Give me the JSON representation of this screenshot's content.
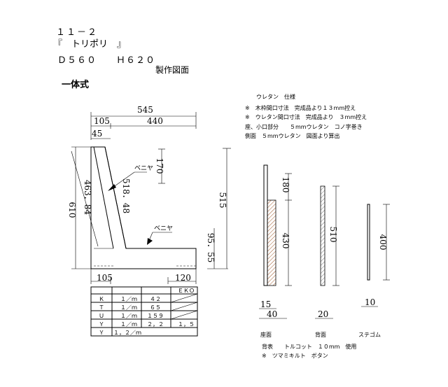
{
  "header": {
    "code": "１１－２",
    "name": "『　トリポリ　』",
    "size": "Ｄ５６０　　Ｈ６２０",
    "doc_title": "製作図面",
    "subtitle": "一体式"
  },
  "spec": {
    "title": "ウレタン　仕様",
    "lines": [
      "※　木枠間口寸法　完成品より１３mm控え",
      "※　ウレタン間口寸法　完成品より　３mm控え",
      "座、小口部分　　５mmウレタン　コノ字巻き",
      "側面　５mmウレタン　図面より算出"
    ]
  },
  "dimensions": {
    "total_depth": "545",
    "seat_front": "105",
    "seat_rest": "440",
    "back_top": "45",
    "back_upper": "170",
    "back_length_front": "463．84",
    "back_length_rear": "518．48",
    "total_height": "610",
    "height_515": "515",
    "seat_thickness": "95．55",
    "bottom_left": "105",
    "bottom_right": "120"
  },
  "labels": {
    "veneer_1": "ベニヤ",
    "veneer_2": "ベニヤ"
  },
  "table": {
    "header": "ＥＫＯ",
    "rows": [
      [
        "Ｋ",
        "１／ｍ",
        "４２",
        ""
      ],
      [
        "Ｔ",
        "１／ｍ",
        "６５",
        ""
      ],
      [
        "Ｕ",
        "１／ｍ",
        "１５９",
        ""
      ],
      [
        "Ｙ",
        "１／ｍ",
        "２，２",
        "１，５"
      ],
      [
        "Ｙ",
        "１，２／ｍ",
        "",
        ""
      ]
    ]
  },
  "parts": {
    "seat": {
      "width": "15",
      "width2": "40",
      "height_a": "180",
      "height_b": "430",
      "label": "座面"
    },
    "back": {
      "width": "20",
      "height": "510",
      "label": "背面"
    },
    "stay": {
      "width": "10",
      "height": "400",
      "label": "ステゴム"
    }
  },
  "notes": [
    "背表　　トルコット　１０mm　使用",
    "※　ツマミキルト　ボタン"
  ]
}
